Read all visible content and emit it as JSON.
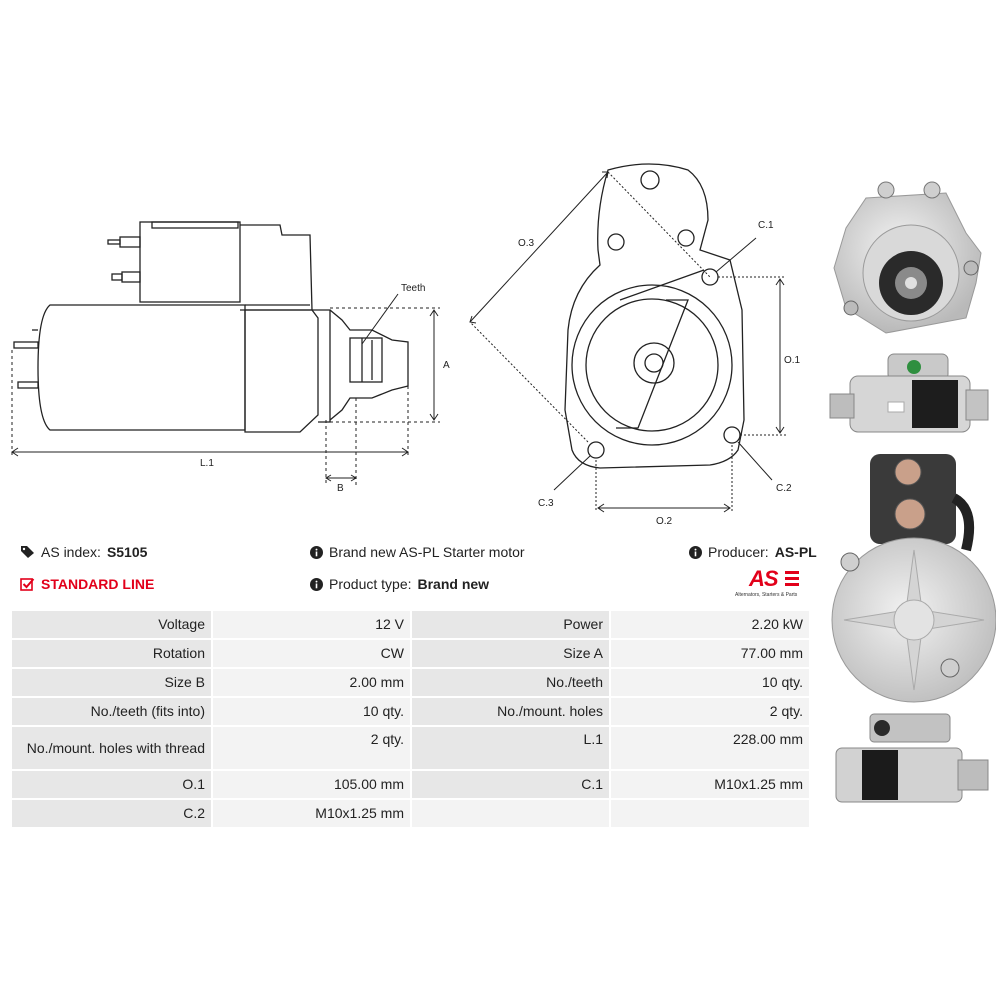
{
  "drawings": {
    "side": {
      "teeth_label": "Teeth",
      "a_label": "A",
      "b_label": "B",
      "l1_label": "L.1"
    },
    "front": {
      "o3_label": "O.3",
      "c1_label": "C.1",
      "o1_label": "O.1",
      "c3_label": "C.3",
      "c2_label": "C.2",
      "o2_label": "O.2"
    }
  },
  "info": {
    "as_index_label": "AS index:",
    "as_index_value": "S5105",
    "standard_line": "STANDARD LINE",
    "description": "Brand new AS-PL Starter motor",
    "product_type_label": "Product type:",
    "product_type_value": "Brand new",
    "producer_label": "Producer:",
    "producer_value": "AS-PL"
  },
  "logo": {
    "mark": "AS",
    "tagline": "Alternators, Starters & Parts"
  },
  "specs": [
    [
      "Voltage",
      "12 V",
      "Power",
      "2.20 kW"
    ],
    [
      "Rotation",
      "CW",
      "Size A",
      "77.00 mm"
    ],
    [
      "Size B",
      "2.00 mm",
      "No./teeth",
      "10 qty."
    ],
    [
      "No./teeth (fits into)",
      "10 qty.",
      "No./mount. holes",
      "2 qty."
    ],
    [
      "No./mount. holes with thread",
      "2 qty.",
      "L.1",
      "228.00 mm"
    ],
    [
      "O.1",
      "105.00 mm",
      "C.1",
      "M10x1.25 mm"
    ],
    [
      "C.2",
      "M10x1.25 mm",
      "",
      ""
    ]
  ],
  "colors": {
    "accent": "#e2001a",
    "key_cell": "#e7e7e7",
    "value_cell": "#f3f3f3",
    "line": "#222222"
  }
}
